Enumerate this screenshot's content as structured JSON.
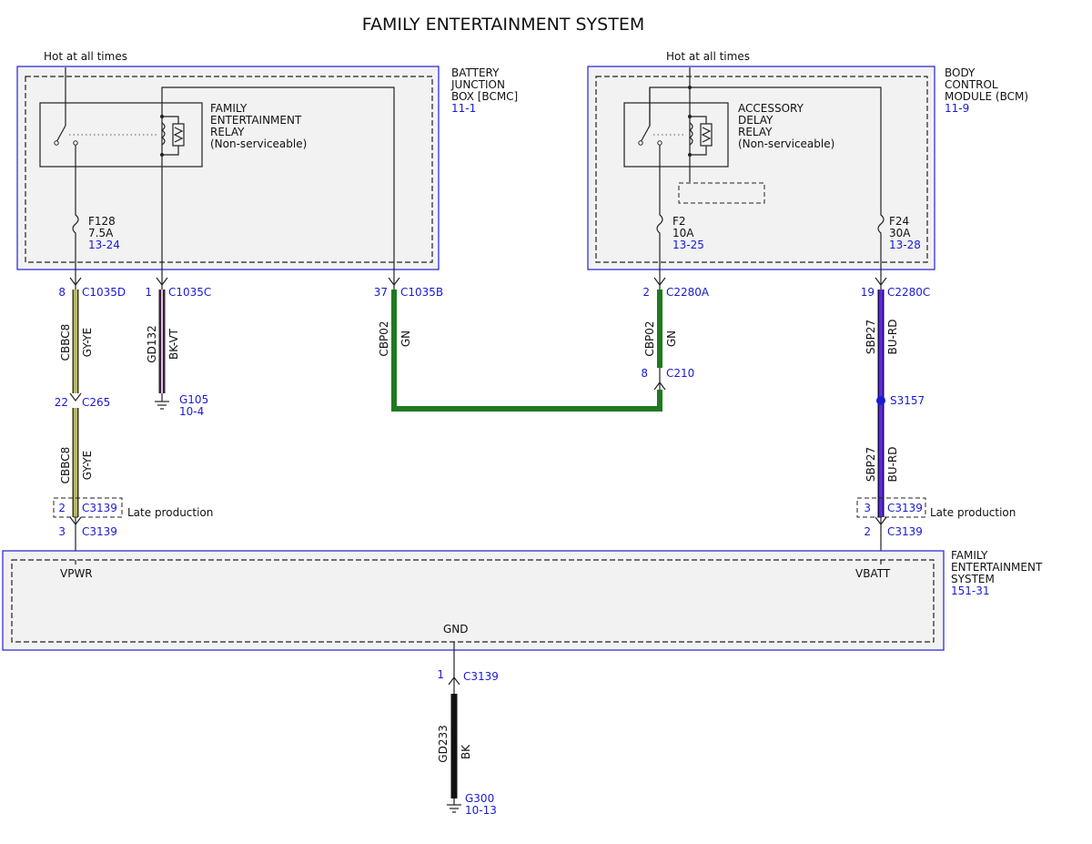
{
  "title": "FAMILY ENTERTAINMENT SYSTEM",
  "hot_labels": [
    "Hot at all times",
    "Hot at all times"
  ],
  "modules": {
    "bjb": {
      "lines": [
        "BATTERY",
        "JUNCTION",
        "BOX [BCMC]"
      ],
      "ref": "11-1"
    },
    "bcm": {
      "lines": [
        "BODY",
        "CONTROL",
        "MODULE (BCM)"
      ],
      "ref": "11-9"
    },
    "fes": {
      "lines": [
        "FAMILY",
        "ENTERTAINMENT",
        "SYSTEM"
      ],
      "ref": "151-31"
    }
  },
  "relays": {
    "fer": {
      "lines": [
        "FAMILY",
        "ENTERTAINMENT",
        "RELAY",
        "(Non-serviceable)"
      ]
    },
    "adr": {
      "lines": [
        "ACCESSORY",
        "DELAY",
        "RELAY",
        "(Non-serviceable)"
      ]
    }
  },
  "fuses": {
    "f128": {
      "name": "F128",
      "rating": "7.5A",
      "ref": "13-24"
    },
    "f2": {
      "name": "F2",
      "rating": "10A",
      "ref": "13-25"
    },
    "f24": {
      "name": "F24",
      "rating": "30A",
      "ref": "13-28"
    }
  },
  "connectors": {
    "c1035d": {
      "pin": "8",
      "name": "C1035D"
    },
    "c1035c": {
      "pin": "1",
      "name": "C1035C"
    },
    "c1035b": {
      "pin": "37",
      "name": "C1035B"
    },
    "c2280a": {
      "pin": "2",
      "name": "C2280A"
    },
    "c2280c": {
      "pin": "19",
      "name": "C2280C"
    },
    "c265": {
      "pin": "22",
      "name": "C265"
    },
    "c210": {
      "pin": "8",
      "name": "C210"
    },
    "c3139_late_left": {
      "pin": "2",
      "name": "C3139"
    },
    "c3139_left": {
      "pin": "3",
      "name": "C3139"
    },
    "c3139_late_right": {
      "pin": "3",
      "name": "C3139"
    },
    "c3139_right": {
      "pin": "2",
      "name": "C3139"
    },
    "c3139_gnd": {
      "pin": "1",
      "name": "C3139"
    }
  },
  "late_production": "Late production",
  "splice": {
    "name": "S3157"
  },
  "grounds": {
    "g105": {
      "name": "G105",
      "ref": "10-4"
    },
    "g300": {
      "name": "G300",
      "ref": "10-13"
    }
  },
  "circuits": {
    "cbbc8_a": {
      "id": "CBBC8",
      "color": "GY-YE"
    },
    "cbbc8_b": {
      "id": "CBBC8",
      "color": "GY-YE"
    },
    "gd132": {
      "id": "GD132",
      "color": "BK-VT"
    },
    "cbp02_a": {
      "id": "CBP02",
      "color": "GN"
    },
    "cbp02_b": {
      "id": "CBP02",
      "color": "GN"
    },
    "sbp27_a": {
      "id": "SBP27",
      "color": "BU-RD"
    },
    "sbp27_b": {
      "id": "SBP27",
      "color": "BU-RD"
    },
    "gd233": {
      "id": "GD233",
      "color": "BK"
    }
  },
  "pins": {
    "vpwr": "VPWR",
    "vbatt": "VBATT",
    "gnd": "GND"
  },
  "colors": {
    "module_border": "#2f2fd8",
    "ref_text": "#1a1ad6",
    "wire_gy_ye": "#b8b86a",
    "wire_bk_vt": "#3a1f38",
    "wire_gn": "#1f7a1f",
    "wire_bu_rd": "#4a1fc0",
    "wire_bk": "#111111"
  }
}
